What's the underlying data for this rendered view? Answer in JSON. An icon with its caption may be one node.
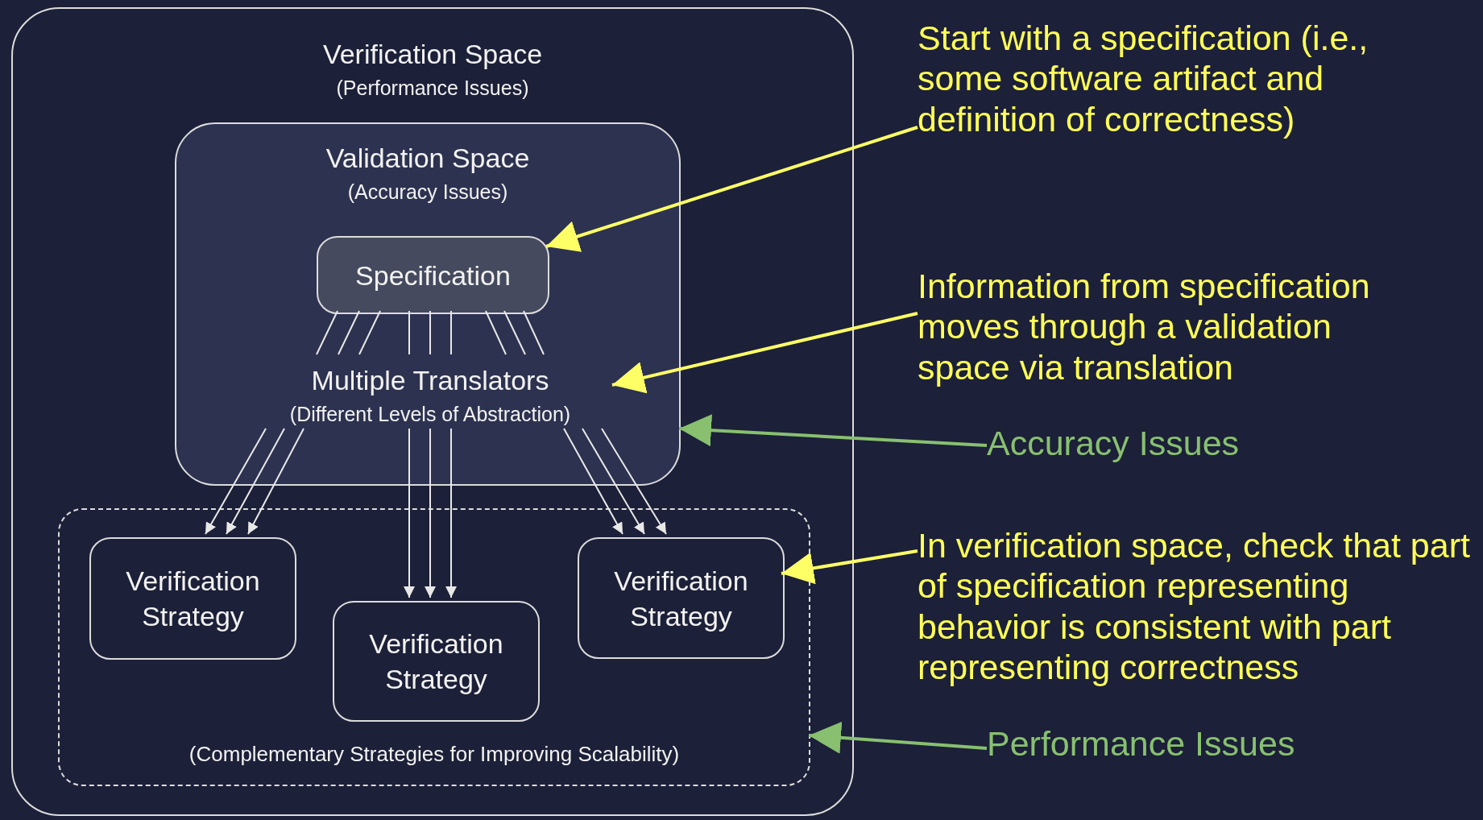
{
  "diagram": {
    "nodes": [
      {
        "text": [
          "Verification Space",
          "(Performance Issues)"
        ]
      },
      {
        "text": [
          "Validation Space",
          "(Accuracy Issues)"
        ],
        "in": 0
      },
      {
        "text": [
          "Specification"
        ],
        "in": 1
      },
      {
        "text": [
          "Multiple Translators",
          "(Different Levels of Abstraction)"
        ],
        "in": 1
      },
      {
        "text": [
          "(Complementary Strategies for Improving Scalability)"
        ],
        "in": 0
      },
      {
        "text": [
          "Verification Strategy"
        ],
        "in": 4
      },
      {
        "text": [
          "Verification Strategy"
        ],
        "in": 4
      },
      {
        "text": [
          "Verification Strategy"
        ],
        "in": 4
      },
      {
        "text": [
          "Start with a specification (i.e., some software artifact and definition of correctness)"
        ]
      },
      {
        "text": [
          "Information from specification moves through a validation space via translation"
        ]
      },
      {
        "text": [
          "Accuracy Issues"
        ]
      },
      {
        "text": [
          "In verification space, check that part of specification representing behavior is consistent with part representing correctness"
        ]
      },
      {
        "text": [
          "Performance Issues"
        ]
      }
    ],
    "edges": [
      {
        "from": 2,
        "to": 3,
        "arrow": "none"
      },
      {
        "from": 2,
        "to": 3,
        "arrow": "none"
      },
      {
        "from": 2,
        "to": 3,
        "arrow": "none"
      },
      {
        "from": 2,
        "to": 3,
        "arrow": "none"
      },
      {
        "from": 2,
        "to": 3,
        "arrow": "none"
      },
      {
        "from": 2,
        "to": 3,
        "arrow": "none"
      },
      {
        "from": 2,
        "to": 3,
        "arrow": "none"
      },
      {
        "from": 2,
        "to": 3,
        "arrow": "none"
      },
      {
        "from": 2,
        "to": 3,
        "arrow": "none"
      },
      {
        "from": 3,
        "to": 5,
        "arrow": "to"
      },
      {
        "from": 3,
        "to": 5,
        "arrow": "to"
      },
      {
        "from": 3,
        "to": 5,
        "arrow": "to"
      },
      {
        "from": 3,
        "to": 6,
        "arrow": "to"
      },
      {
        "from": 3,
        "to": 6,
        "arrow": "to"
      },
      {
        "from": 3,
        "to": 6,
        "arrow": "to"
      },
      {
        "from": 3,
        "to": 7,
        "arrow": "to"
      },
      {
        "from": 3,
        "to": 7,
        "arrow": "to"
      },
      {
        "from": 3,
        "to": 7,
        "arrow": "to"
      },
      {
        "from": 8,
        "to": 2,
        "arrow": "to",
        "color": "#ffff66"
      },
      {
        "from": 9,
        "to": 3,
        "arrow": "to",
        "color": "#ffff66"
      },
      {
        "from": 10,
        "to": 1,
        "arrow": "to",
        "color": "#88c070"
      },
      {
        "from": 11,
        "to": 7,
        "arrow": "to",
        "color": "#ffff66"
      },
      {
        "from": 12,
        "to": 4,
        "arrow": "to",
        "color": "#88c070"
      }
    ]
  }
}
